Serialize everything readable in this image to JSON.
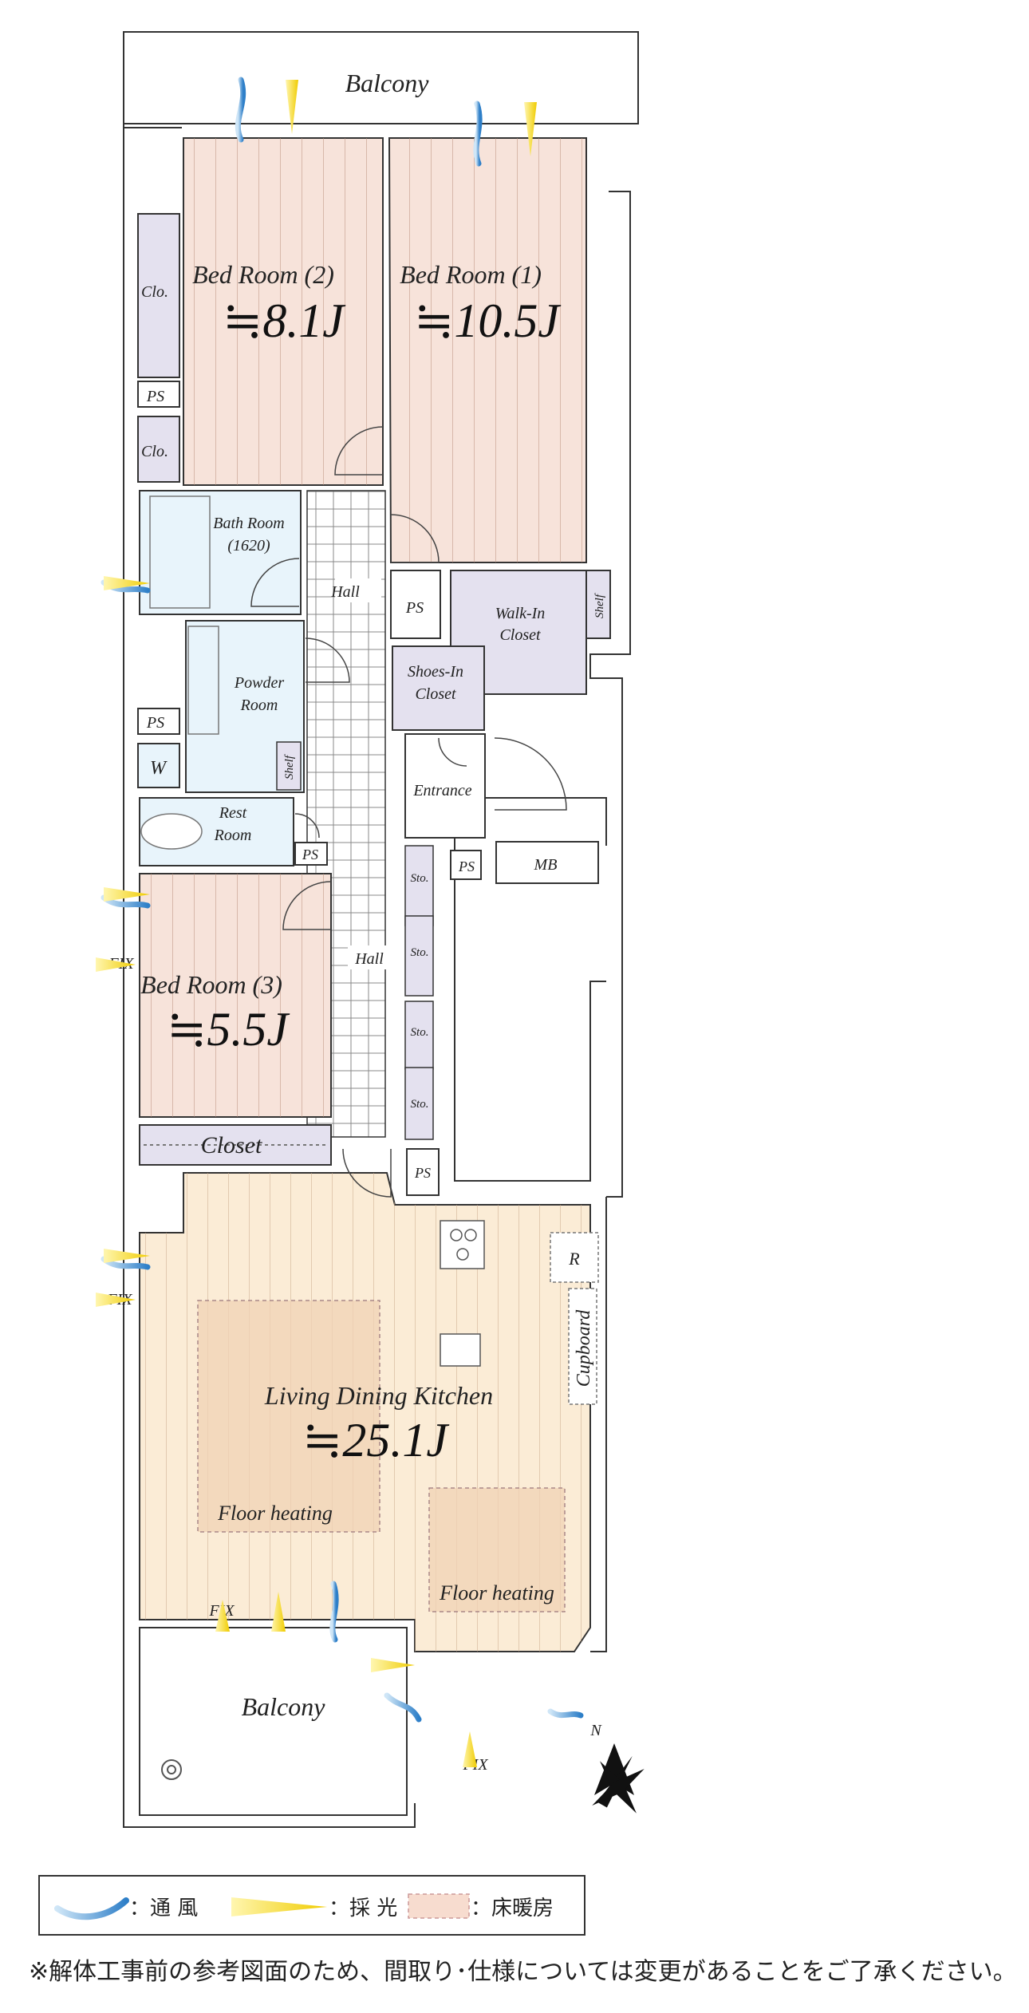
{
  "rooms": {
    "balcony_top": "Balcony",
    "bed2_name": "Bed Room (2)",
    "bed2_size": "≒8.1J",
    "bed1_name": "Bed Room (1)",
    "bed1_size": "≒10.5J",
    "clo_a": "Clo.",
    "ps_a": "PS",
    "clo_b": "Clo.",
    "bath_name": "Bath Room",
    "bath_size": "(1620)",
    "hall_upper": "Hall",
    "ps_b": "PS",
    "walkin_1": "Walk-In",
    "walkin_2": "Closet",
    "shelf_a": "Shelf",
    "powder_1": "Powder",
    "powder_2": "Room",
    "shoes_1": "Shoes-In",
    "shoes_2": "Closet",
    "ps_c": "PS",
    "w": "W",
    "shelf_b": "Shelf",
    "entrance": "Entrance",
    "rest_1": "Rest",
    "rest_2": "Room",
    "ps_d": "PS",
    "ps_e": "PS",
    "mb": "MB",
    "sto_1": "Sto.",
    "sto_2": "Sto.",
    "sto_3": "Sto.",
    "sto_4": "Sto.",
    "hall_lower": "Hall",
    "fix_a": "FIX",
    "bed3_name": "Bed Room (3)",
    "bed3_size": "≒5.5J",
    "closet": "Closet",
    "ps_f": "PS",
    "r": "R",
    "cupboard": "Cupboard",
    "fix_b": "FIX",
    "ldk_name": "Living Dining Kitchen",
    "ldk_size": "≒25.1J",
    "floor_heating_1": "Floor heating",
    "floor_heating_2": "Floor heating",
    "fix_c": "FIX",
    "balcony_bottom": "Balcony",
    "fix_d": "FIX",
    "compass": "N"
  },
  "legend": {
    "ventilation": "：通 風",
    "lighting": "：採 光",
    "floor_heating": "：床暖房"
  },
  "note": "※解体工事前の参考図面のため、間取り･仕様については変更があることをご了承ください。",
  "colors": {
    "bedroom_floor": "#f7e3da",
    "ldk_floor": "#fbecd6",
    "wet_area": "#e8f4fb",
    "storage": "#e4e1ef",
    "floor_heating": "#f0d3b4",
    "wind": "#3d8fd4",
    "light": "#f2d21a"
  }
}
